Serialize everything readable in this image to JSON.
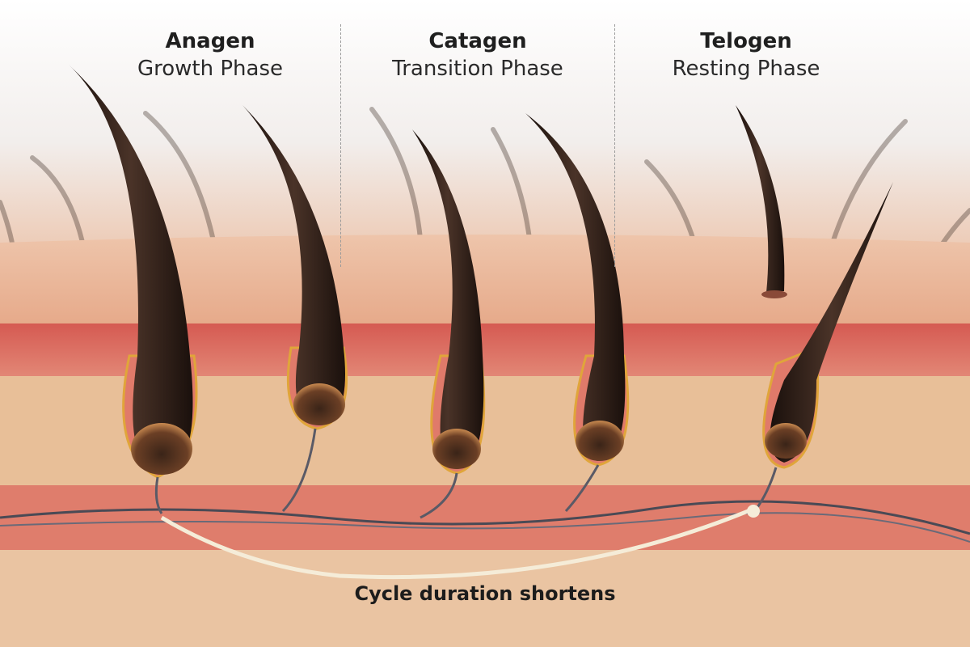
{
  "phases": [
    {
      "name": "Anagen",
      "subtitle": "Growth Phase"
    },
    {
      "name": "Catagen",
      "subtitle": "Transition Phase"
    },
    {
      "name": "Telogen",
      "subtitle": "Resting Phase"
    }
  ],
  "caption": "Cycle duration shortens",
  "colors": {
    "background": "#f6f4f2",
    "epidermis": "#e9b89a",
    "dermis_band": "#d9655c",
    "dermis": "#e8bf98",
    "hair": "#2a1c16",
    "follicle_outline": "#e0a53a"
  }
}
